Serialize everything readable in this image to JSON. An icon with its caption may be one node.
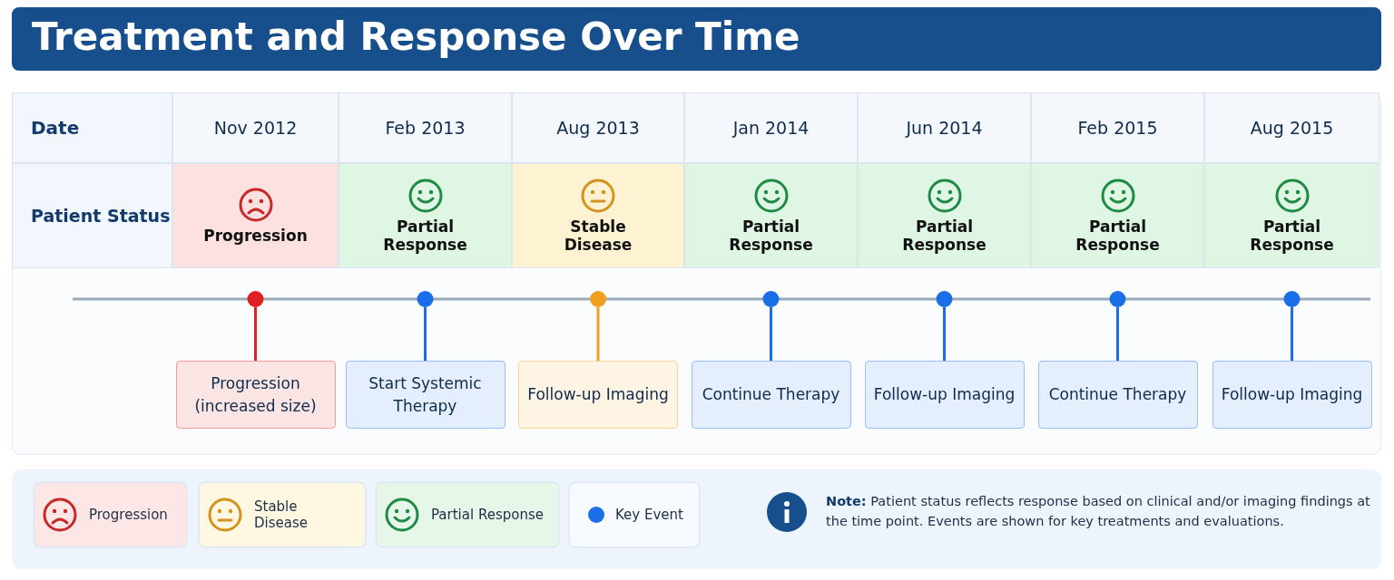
{
  "diagram": {
    "title": "Treatment and Response Over Time",
    "nodes": [
      {
        "text": [],
        "shape": "circle"
      },
      {
        "text": [],
        "shape": "circle"
      },
      {
        "text": [],
        "shape": "circle"
      },
      {
        "text": [],
        "shape": "circle"
      },
      {
        "text": [],
        "shape": "circle"
      },
      {
        "text": [],
        "shape": "circle"
      },
      {
        "text": [],
        "shape": "circle"
      },
      {
        "text": [
          "Progression (increased size)"
        ]
      },
      {
        "text": [
          "Start Systemic Therapy"
        ]
      },
      {
        "text": [
          "Follow-up Imaging"
        ]
      },
      {
        "text": [
          "Continue Therapy"
        ]
      },
      {
        "text": [
          "Follow-up Imaging"
        ]
      },
      {
        "text": [
          "Continue Therapy"
        ]
      },
      {
        "text": [
          "Follow-up Imaging"
        ]
      }
    ],
    "edges": [
      {
        "from": 0,
        "to": 7,
        "arrow": "none",
        "color": "#e02020"
      },
      {
        "from": 1,
        "to": 8,
        "arrow": "none"
      },
      {
        "from": 2,
        "to": 9,
        "arrow": "none",
        "color": "#f0a020"
      },
      {
        "from": 3,
        "to": 10,
        "arrow": "none"
      },
      {
        "from": 4,
        "to": 11,
        "arrow": "none"
      },
      {
        "from": 5,
        "to": 12,
        "arrow": "none"
      },
      {
        "from": 6,
        "to": 13,
        "arrow": "none"
      }
    ],
    "labels": [
      "Date",
      "Nov 2012",
      "Feb 2013",
      "Aug 2013",
      "Jan 2014",
      "Jun 2014",
      "Feb 2015",
      "Aug 2015",
      "Patient Status",
      "Progression",
      "Partial Response",
      "Stable Disease",
      "Partial Response",
      "Partial Response",
      "Partial Response",
      "Partial Response",
      "**Note:** Patient status reflects response based on clinical and/or imaging findings at the time point. Events are shown for key treatments and evaluations."
    ],
    "legend": [
      {
        "text": "Progression",
        "color": "#c62828"
      },
      {
        "text": "Stable Disease",
        "color": "#d4931c"
      },
      {
        "text": "Partial Response",
        "color": "#1e8a44"
      },
      {
        "text": "Key Event",
        "color": "#1a6ee8"
      }
    ]
  }
}
